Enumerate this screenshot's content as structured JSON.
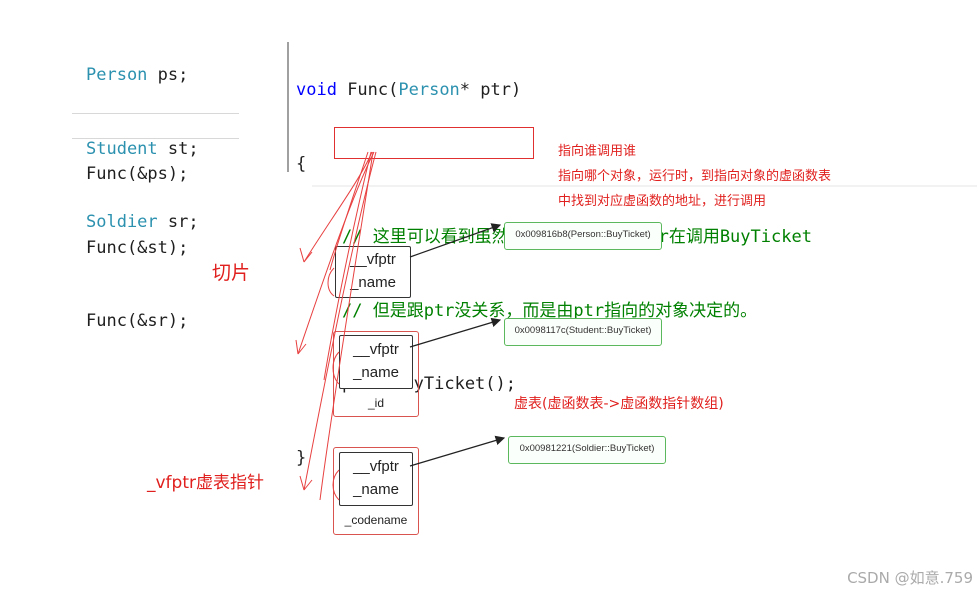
{
  "declarations": [
    {
      "type": "Person",
      "var": "ps;"
    },
    {
      "type": "Student",
      "var": "st;"
    },
    {
      "type": "Soldier",
      "var": "sr;"
    }
  ],
  "calls": [
    "Func(&ps);",
    "Func(&st);",
    "Func(&sr);"
  ],
  "func_code": {
    "kw_void": "void",
    "name_open": " Func(",
    "param_type": "Person",
    "param_rest": "* ptr)",
    "open_brace": "{",
    "comment1": "// 这里可以看到虽然都是Person指针Ptr在调用BuyTicket",
    "comment2": "// 但是跟ptr没关系，而是由ptr指向的对象决定的。",
    "call": "ptr->BuyTicket();",
    "close_brace": "}"
  },
  "note_lines": [
    "指向谁调用谁",
    "指向哪个对象，运行时，到指向对象的虚函数表",
    "中找到对应虚函数的地址，进行调用"
  ],
  "label_slice": "切片",
  "label_vfptr": "_vfptr虚表指针",
  "label_vtable": "虚表(虚函数表->虚函数指针数组)",
  "objects": [
    {
      "vfptr": "__vfptr",
      "name": "_name",
      "extra": ""
    },
    {
      "vfptr": "__vfptr",
      "name": "_name",
      "extra": "_id"
    },
    {
      "vfptr": "__vfptr",
      "name": "_name",
      "extra": "_codename"
    }
  ],
  "addresses": [
    "0x009816b8(Person::BuyTicket)",
    "0x0098117c(Student::BuyTicket)",
    "0x00981221(Soldier::BuyTicket)"
  ],
  "watermark": "CSDN @如意.759",
  "colors": {
    "red": "#e0201e",
    "green_border": "#5cb85c",
    "comment": "#008000",
    "keyword": "#0000ff",
    "type": "#2b91af"
  }
}
